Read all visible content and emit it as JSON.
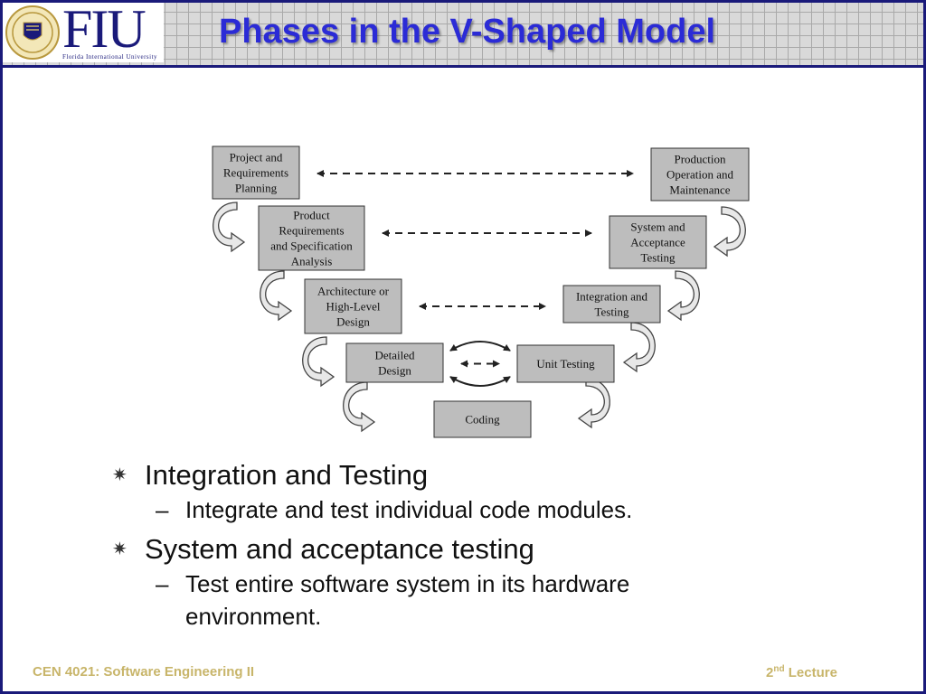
{
  "slide": {
    "title": "Phases in the V-Shaped Model",
    "logo": {
      "wordmark": "FIU",
      "university": "Florida International University",
      "seal_icon": "university-seal-icon"
    }
  },
  "diagram": {
    "left_phases": [
      [
        "Project and",
        "Requirements",
        "Planning"
      ],
      [
        "Product",
        "Requirements",
        "and Specification",
        "Analysis"
      ],
      [
        "Architecture or",
        "High-Level",
        "Design"
      ],
      [
        "Detailed",
        "Design"
      ]
    ],
    "bottom_phase": [
      "Coding"
    ],
    "right_phases": [
      [
        "Production",
        "Operation and",
        "Maintenance"
      ],
      [
        "System and",
        "Acceptance",
        "Testing"
      ],
      [
        "Integration and",
        "Testing"
      ],
      [
        "Unit Testing"
      ]
    ],
    "colors": {
      "box_fill": "#bdbdbd",
      "box_stroke": "#333333",
      "arrow": "#222222"
    }
  },
  "bullets": [
    {
      "text": "Integration and Testing",
      "sub": [
        "Integrate and test individual code modules."
      ]
    },
    {
      "text": "System and acceptance testing",
      "sub": [
        "Test entire software system in its hardware",
        "environment."
      ]
    }
  ],
  "footer": {
    "course": "CEN 4021: Software Engineering II",
    "lecture_num": "2",
    "lecture_sup": "nd",
    "lecture_word": "Lecture"
  },
  "colors": {
    "title": "#2b2bd6",
    "frame": "#1a1a7a",
    "footer": "#c8b56a"
  }
}
